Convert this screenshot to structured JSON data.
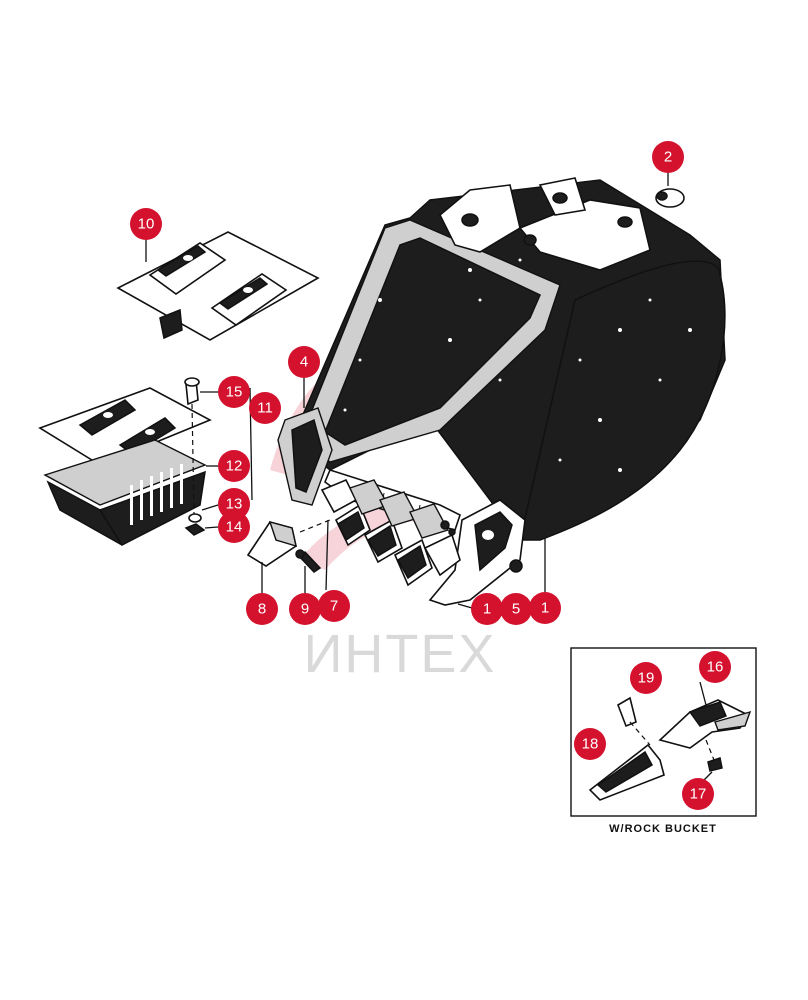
{
  "watermark": {
    "text": "ИНТЕХ"
  },
  "inset": {
    "caption": "W/ROCK BUCKET"
  },
  "callouts": [
    {
      "id": "c2",
      "label": "2"
    },
    {
      "id": "c10",
      "label": "10"
    },
    {
      "id": "c4",
      "label": "4"
    },
    {
      "id": "c15",
      "label": "15"
    },
    {
      "id": "c11",
      "label": "11"
    },
    {
      "id": "c12",
      "label": "12"
    },
    {
      "id": "c13",
      "label": "13"
    },
    {
      "id": "c14",
      "label": "14"
    },
    {
      "id": "c8",
      "label": "8"
    },
    {
      "id": "c9",
      "label": "9"
    },
    {
      "id": "c7",
      "label": "7"
    },
    {
      "id": "c1a",
      "label": "1"
    },
    {
      "id": "c5",
      "label": "5"
    },
    {
      "id": "c1b",
      "label": "1"
    },
    {
      "id": "c16",
      "label": "16"
    },
    {
      "id": "c19",
      "label": "19"
    },
    {
      "id": "c18",
      "label": "18"
    },
    {
      "id": "c17",
      "label": "17"
    }
  ],
  "colors": {
    "callout_fill": "#d4122e",
    "ink": "#111111",
    "watermark": "#d9d9d9"
  }
}
